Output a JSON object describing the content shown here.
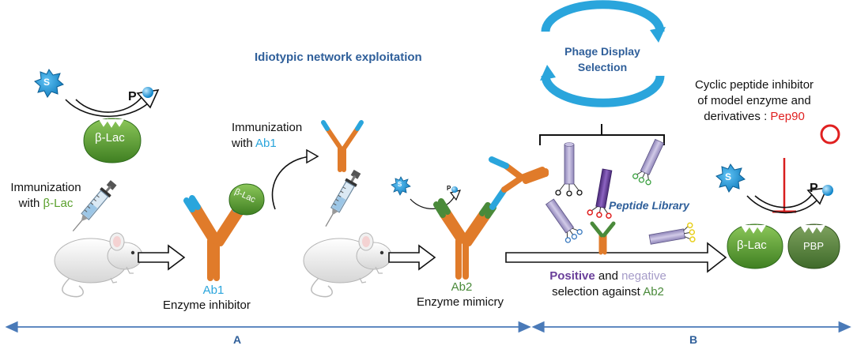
{
  "title": "Idiotypic network exploitation",
  "cycle_label": {
    "line1": "Phage Display",
    "line2": "Selection"
  },
  "substrate": "S",
  "product": "P",
  "enzyme": "β-Lac",
  "pbp": "PBP",
  "immunization1": {
    "line1": "Immunization",
    "prefix": "with ",
    "agent": "β-Lac"
  },
  "immunization2": {
    "line1": "Immunization",
    "prefix": "with ",
    "agent": "Ab1"
  },
  "ab1": {
    "name": "Ab1",
    "caption": "Enzyme inhibitor"
  },
  "ab2": {
    "name": "Ab2",
    "caption": "Enzyme mimicry"
  },
  "peptide_library": "Peptide Library",
  "selection": {
    "positive": "Positive",
    "and": " and ",
    "negative": "negative",
    "line2_prefix": "selection against ",
    "ab2": "Ab2"
  },
  "cyclic": {
    "line1": "Cyclic peptide inhibitor",
    "line2": "of model enzyme and",
    "line3_prefix": "derivatives : ",
    "pep": "Pep90"
  },
  "section_a": "A",
  "section_b": "B",
  "colors": {
    "blue_title": "#2f5f9a",
    "enzyme_green": "#5aa02c",
    "ab_orange": "#e07b2a",
    "ab_blue": "#2aa5dc",
    "ab2_green": "#4a8a3a",
    "pep_purple": "#6a3f9a",
    "pep_lilac": "#a59bc8",
    "pep_red": "#e02020",
    "arrow_blue": "#4a7ab8",
    "star_blue": "#1a8fd4"
  }
}
